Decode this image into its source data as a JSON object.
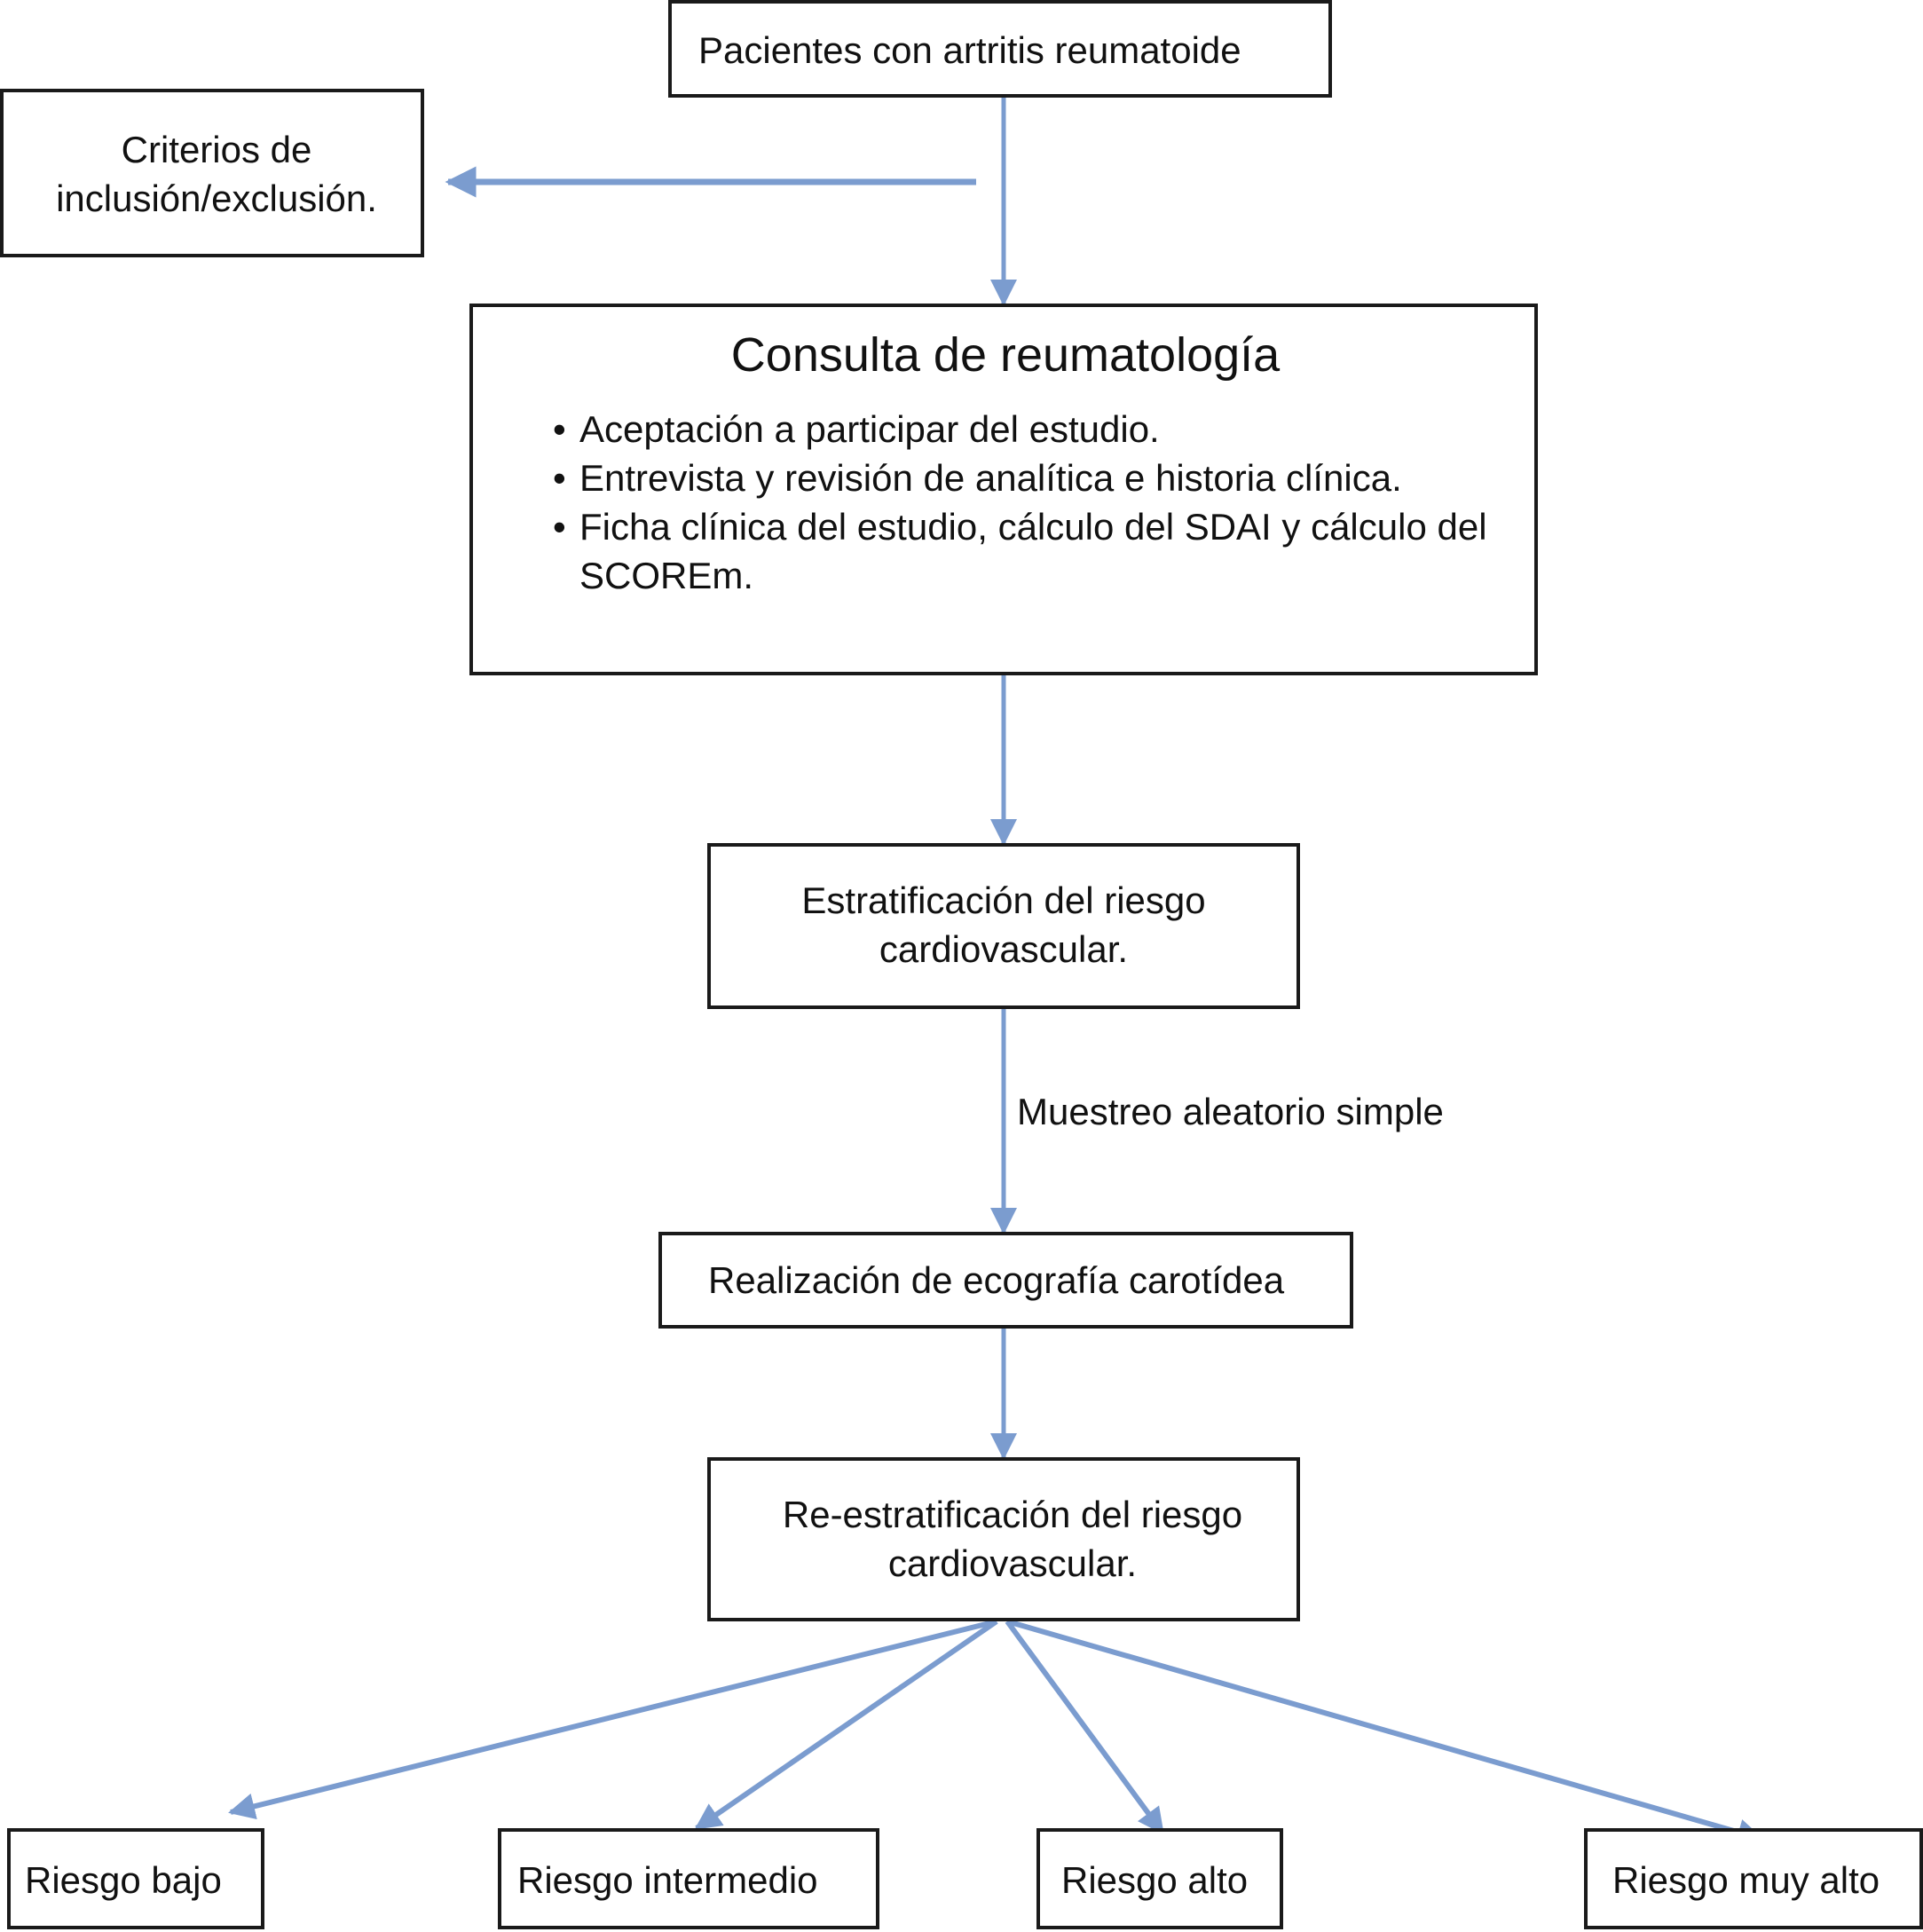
{
  "diagram": {
    "start": "Pacientes con artritis reumatoide",
    "criteria": "Criterios de inclusión/exclusión.",
    "consulta": {
      "title": "Consulta de reumatología",
      "bullets": [
        "Aceptación a participar del estudio.",
        "Entrevista y revisión de analítica e historia clínica.",
        "Ficha clínica del estudio, cálculo del SDAI y cálculo del SCOREm."
      ]
    },
    "estratificacion": "Estratificación del riesgo cardiovascular.",
    "muestreo_label": "Muestreo aleatorio simple",
    "ecografia": "Realización de ecografía carotídea",
    "reestratificacion": "Re-estratificación del riesgo cardiovascular.",
    "outcomes": [
      "Riesgo bajo",
      "Riesgo intermedio",
      "Riesgo alto",
      "Riesgo muy alto"
    ],
    "arrow_color": "#7b9ccf"
  }
}
